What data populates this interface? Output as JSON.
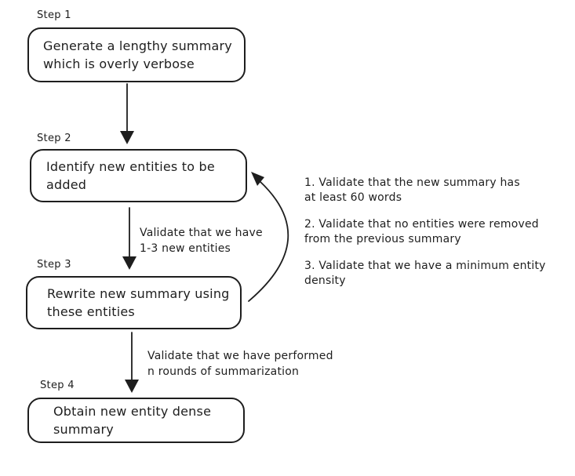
{
  "diagram": {
    "background_color": "#ffffff",
    "stroke_color": "#1e1e1e",
    "steps": [
      {
        "label": "Step 1",
        "text": "Generate a lengthy summary\nwhich is overly verbose"
      },
      {
        "label": "Step 2",
        "text": "Identify new entities to be\nadded"
      },
      {
        "label": "Step 3",
        "text": "Rewrite new summary using\nthese entities"
      },
      {
        "label": "Step 4",
        "text": "Obtain new entity dense\nsummary"
      }
    ],
    "arrow_labels": [
      {
        "text": "Validate that we have\n1-3 new entities"
      },
      {
        "text": "Validate that we have performed\nn rounds of summarization"
      }
    ],
    "notes": [
      {
        "text": "1. Validate that the new summary has\nat least 60 words"
      },
      {
        "text": "2. Validate that no entities were removed\nfrom the previous summary"
      },
      {
        "text": "3. Validate that we have a minimum entity\ndensity"
      }
    ]
  }
}
